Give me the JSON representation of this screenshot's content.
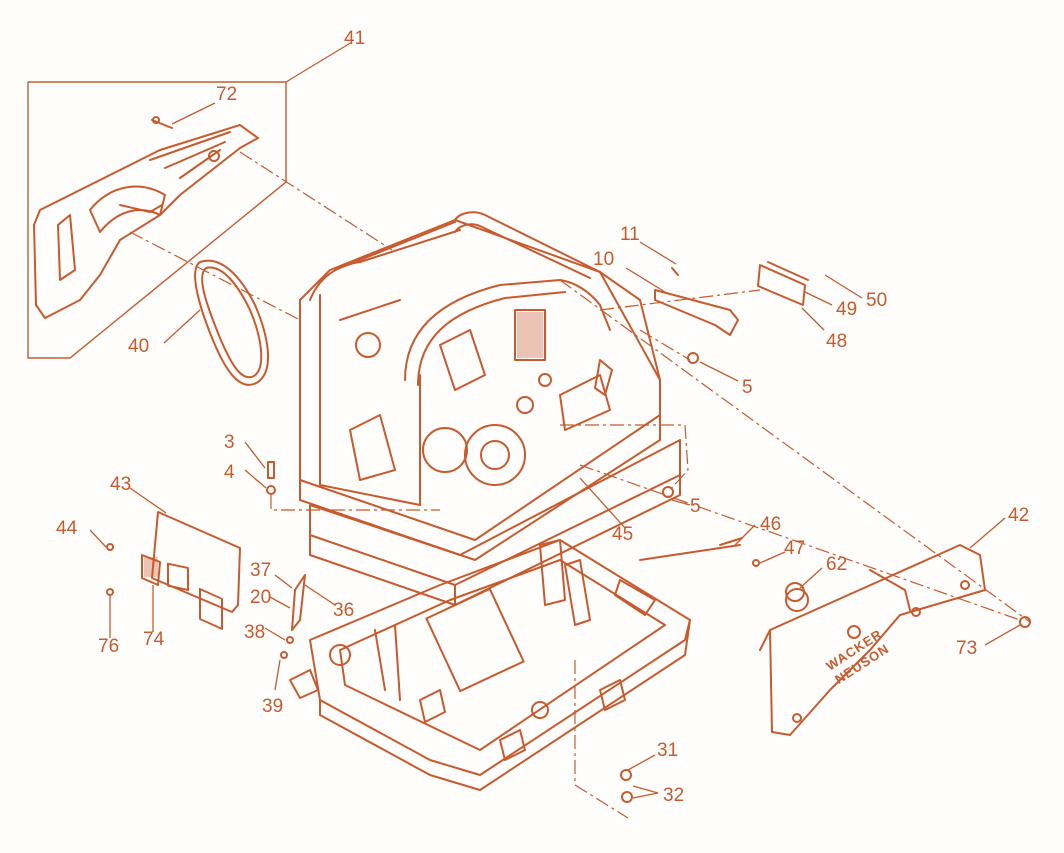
{
  "diagram": {
    "line_color": "#c85a2e",
    "background": "#fffefd",
    "callouts": [
      "41",
      "72",
      "11",
      "10",
      "50",
      "49",
      "48",
      "5",
      "40",
      "3",
      "4",
      "43",
      "5",
      "45",
      "46",
      "44",
      "47",
      "42",
      "62",
      "37",
      "20",
      "36",
      "38",
      "76",
      "74",
      "73",
      "39",
      "31",
      "32"
    ],
    "brand_text": [
      "WACKER",
      "NEUSON"
    ]
  }
}
